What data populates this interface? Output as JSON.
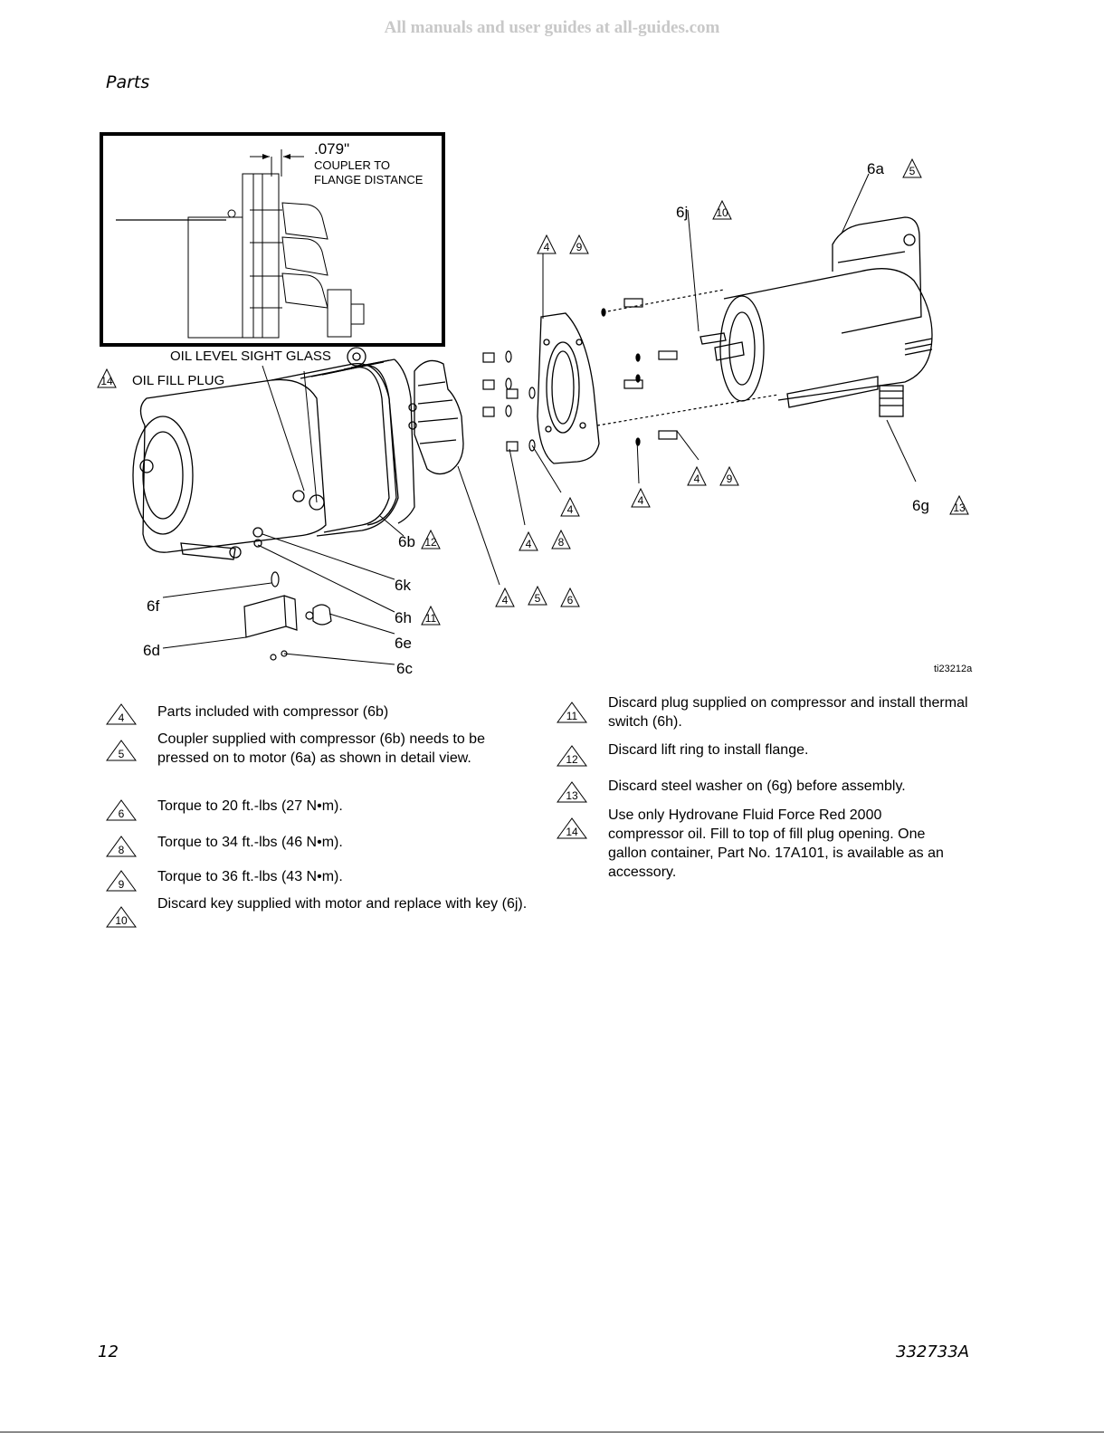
{
  "watermark": "All manuals and user guides at all-guides.com",
  "section_title": "Parts",
  "figure": {
    "detail": {
      "dimension": ".079\"",
      "dimension_label_1": "COUPLER TO",
      "dimension_label_2": "FLANGE DISTANCE"
    },
    "labels": {
      "oil_sight_glass": "OIL LEVEL SIGHT GLASS",
      "oil_fill_plug": "OIL FILL PLUG",
      "p6a": "6a",
      "p6j": "6j",
      "p6b": "6b",
      "p6k": "6k",
      "p6h": "6h",
      "p6e": "6e",
      "p6c": "6c",
      "p6f": "6f",
      "p6d": "6d",
      "p6g": "6g",
      "figure_id": "ti23212a"
    },
    "callouts": {
      "c14": "14",
      "c5": "5",
      "c10": "10",
      "c4": "4",
      "c9": "9",
      "c12": "12",
      "c11": "11",
      "c8": "8",
      "c6": "6",
      "c13": "13"
    }
  },
  "notes_left": [
    {
      "num": "4",
      "text": "Parts included with compressor (6b)"
    },
    {
      "num": "5",
      "text": "Coupler supplied with compressor (6b) needs to be pressed on to motor (6a) as shown in detail view."
    },
    {
      "num": "6",
      "text": "Torque to 20 ft.-lbs (27 N•m)."
    },
    {
      "num": "8",
      "text": "Torque to 34 ft.-lbs (46 N•m)."
    },
    {
      "num": "9",
      "text": "Torque to 36 ft.-lbs (43 N•m)."
    },
    {
      "num": "10",
      "text": "Discard key supplied with motor and replace with key (6j)."
    }
  ],
  "notes_right": [
    {
      "num": "11",
      "text": "Discard plug supplied on compressor and install thermal switch (6h)."
    },
    {
      "num": "12",
      "text": "Discard lift ring to install flange."
    },
    {
      "num": "13",
      "text": "Discard steel washer on (6g) before assembly."
    },
    {
      "num": "14",
      "text": "Use only Hydrovane Fluid Force Red 2000 compressor oil. Fill to top of fill plug opening. One gallon container, Part No. 17A101, is available as an accessory."
    }
  ],
  "footer": {
    "page_number": "12",
    "doc_number": "332733A"
  }
}
